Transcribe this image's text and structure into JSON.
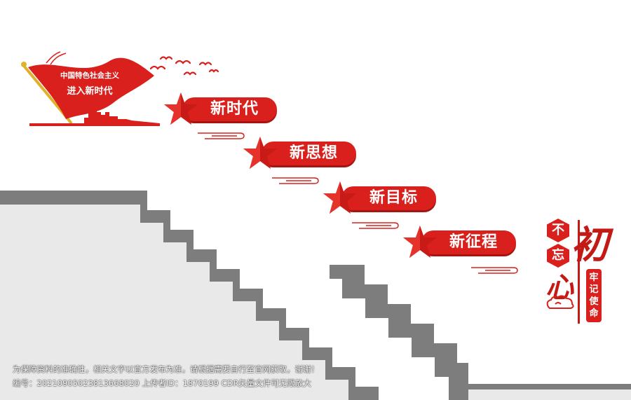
{
  "flag": {
    "line1": "中国特色社会主义",
    "line2": "进入新时代"
  },
  "steps": [
    {
      "label": "新时代"
    },
    {
      "label": "新思想"
    },
    {
      "label": "新目标"
    },
    {
      "label": "新征程"
    }
  ],
  "slogan": {
    "hex1": "不",
    "hex2": "忘",
    "big1": "初",
    "big2": "心",
    "vertical": "牢记使命"
  },
  "footer": {
    "line1": "为保障资料的准确性，相关文字以官方发布为准，请根据需要自行至官网获取，谢谢！",
    "line2": "编号：20210905023813668020 上传者ID：1870199 CDR矢量文件可无限放大"
  },
  "colors": {
    "primary_red": "#d9201c",
    "dark_red": "#a71512",
    "stair_gray": "#7d7d7d",
    "wall_gray": "#e9e9e9"
  }
}
